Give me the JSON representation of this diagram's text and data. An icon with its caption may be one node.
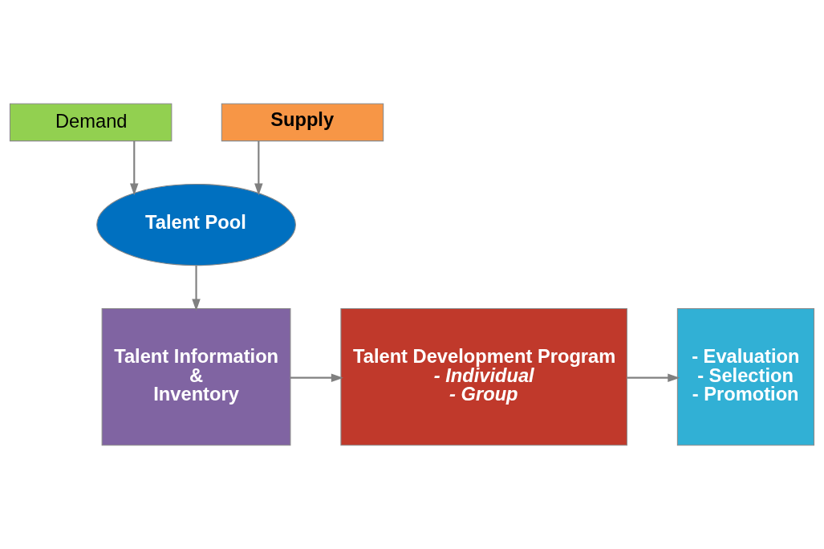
{
  "diagram": {
    "nodes": [
      {
        "text": [
          "Demand"
        ]
      },
      {
        "text": [
          "Supply"
        ]
      },
      {
        "text": [
          "Talent Pool"
        ]
      },
      {
        "text": [
          "Talent Information",
          "&",
          "Inventory"
        ]
      },
      {
        "text": [
          "Talent Development Program",
          "- Individual",
          "- Group"
        ]
      },
      {
        "text": [
          "- Evaluation",
          "- Selection",
          "- Promotion"
        ]
      }
    ],
    "edges": [
      {
        "from": 0,
        "to": 2,
        "arrow": "to"
      },
      {
        "from": 1,
        "to": 2,
        "arrow": "to"
      },
      {
        "from": 2,
        "to": 3,
        "arrow": "to"
      },
      {
        "from": 3,
        "to": 4,
        "arrow": "to"
      },
      {
        "from": 4,
        "to": 5,
        "arrow": "to"
      }
    ]
  }
}
